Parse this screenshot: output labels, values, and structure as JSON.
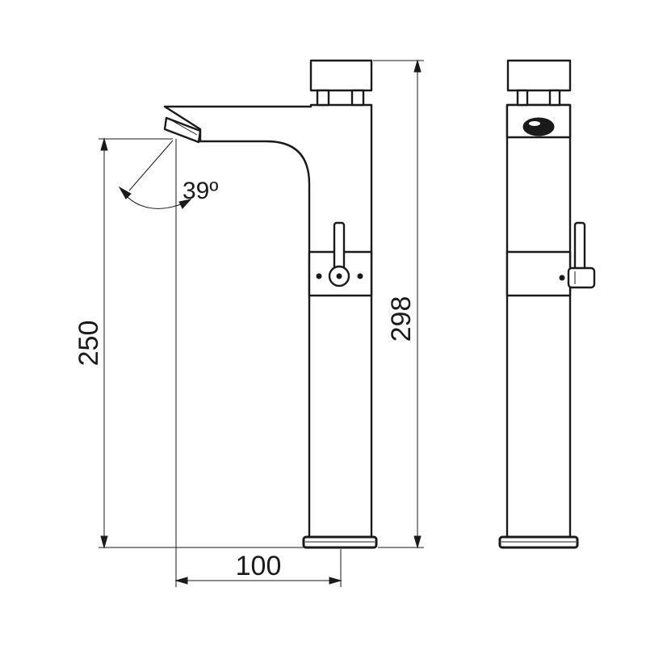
{
  "dimensions": {
    "height_to_spout": "250",
    "total_height": "298",
    "spout_reach": "100",
    "spout_angle": "39º"
  },
  "colors": {
    "line": "#1a1a1a",
    "background": "#ffffff"
  }
}
